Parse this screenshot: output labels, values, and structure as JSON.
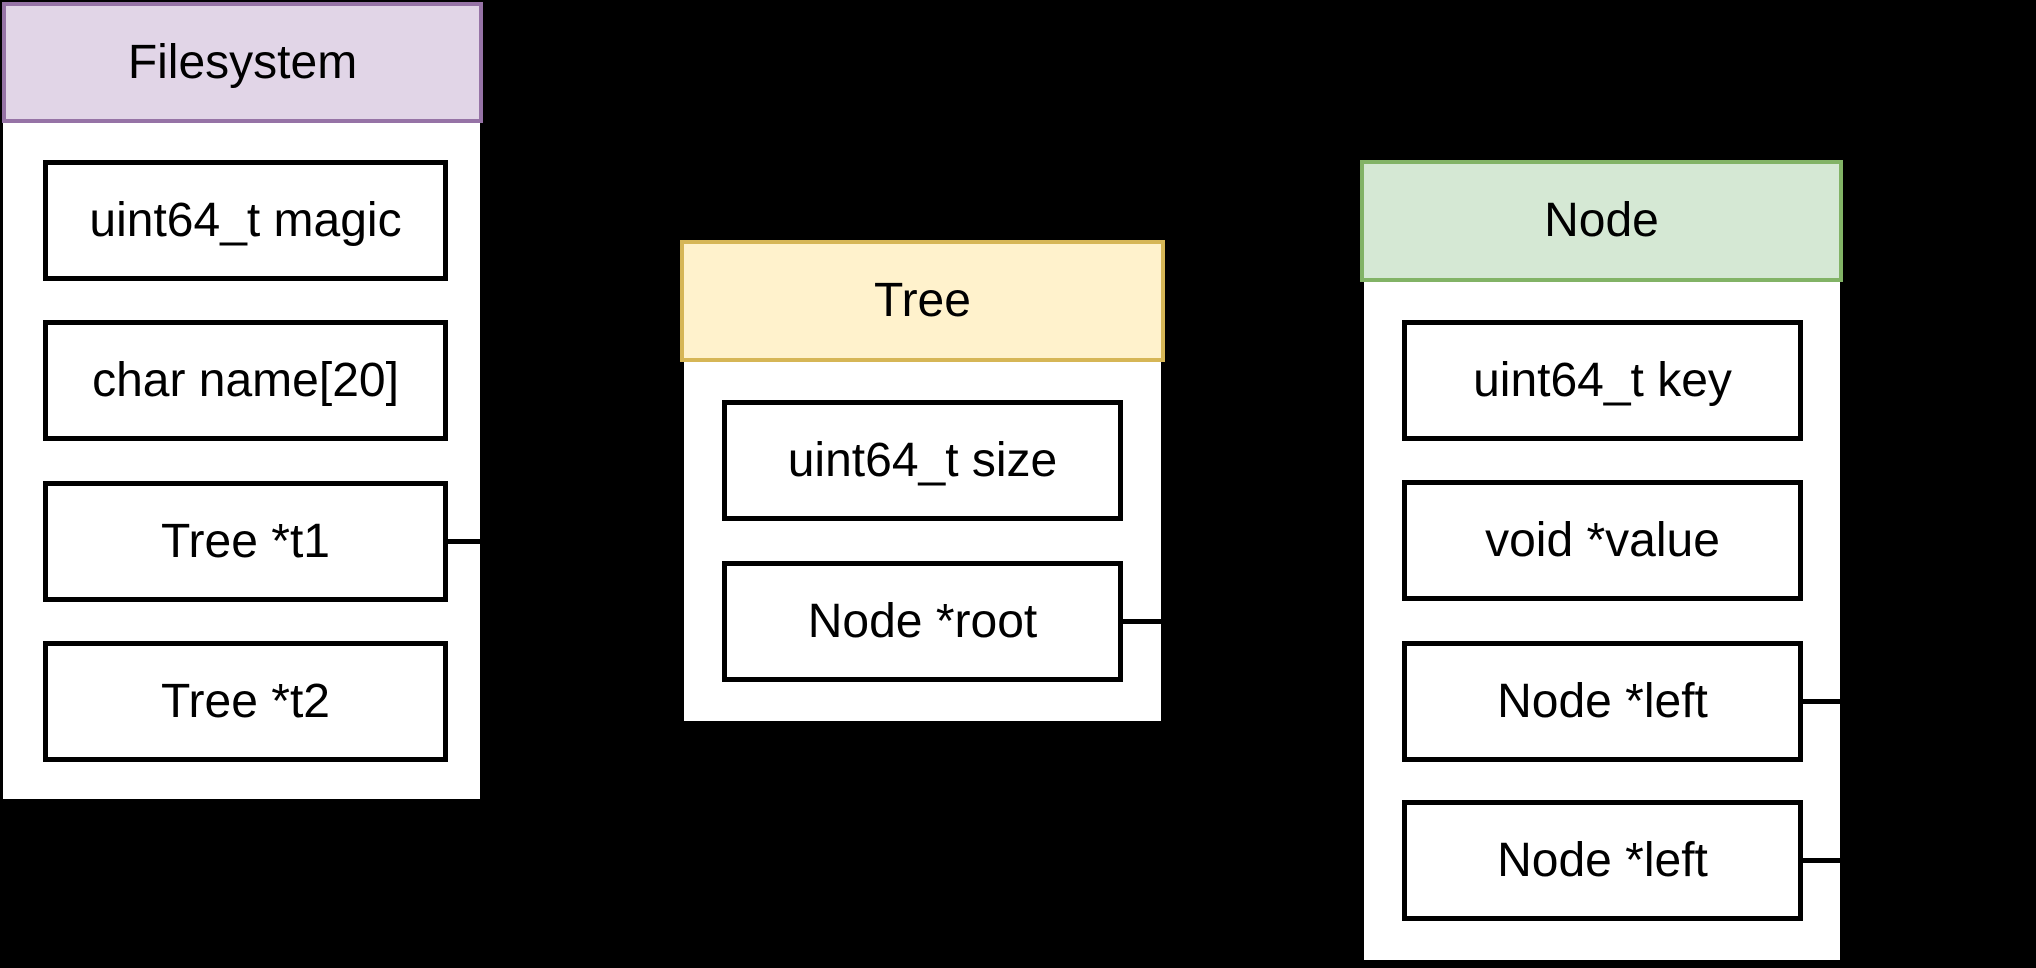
{
  "diagram": {
    "background_color": "#000000",
    "text_color": "#000000",
    "field_fill": "#ffffff",
    "field_stroke": "#000000",
    "entities": [
      {
        "title": "Filesystem",
        "header_fill": "#e1d5e7",
        "header_stroke": "#9673a6",
        "fields": [
          "uint64_t magic",
          "char name[20]",
          "Tree *t1",
          "Tree *t2"
        ]
      },
      {
        "title": "Tree",
        "header_fill": "#fff2cc",
        "header_stroke": "#d6b656",
        "fields": [
          "uint64_t size",
          "Node *root"
        ]
      },
      {
        "title": "Node",
        "header_fill": "#d5e8d4",
        "header_stroke": "#82b366",
        "fields": [
          "uint64_t key",
          "void *value",
          "Node *left",
          "Node *left"
        ]
      }
    ],
    "connectors": [
      {
        "from_entity": "Filesystem",
        "from_field": "Tree *t1",
        "direction": "right"
      },
      {
        "from_entity": "Tree",
        "from_field": "Node *root",
        "direction": "right"
      },
      {
        "from_entity": "Node",
        "from_field": "Node *left (row 3)",
        "direction": "right"
      },
      {
        "from_entity": "Node",
        "from_field": "Node *left (row 4)",
        "direction": "right"
      }
    ]
  }
}
